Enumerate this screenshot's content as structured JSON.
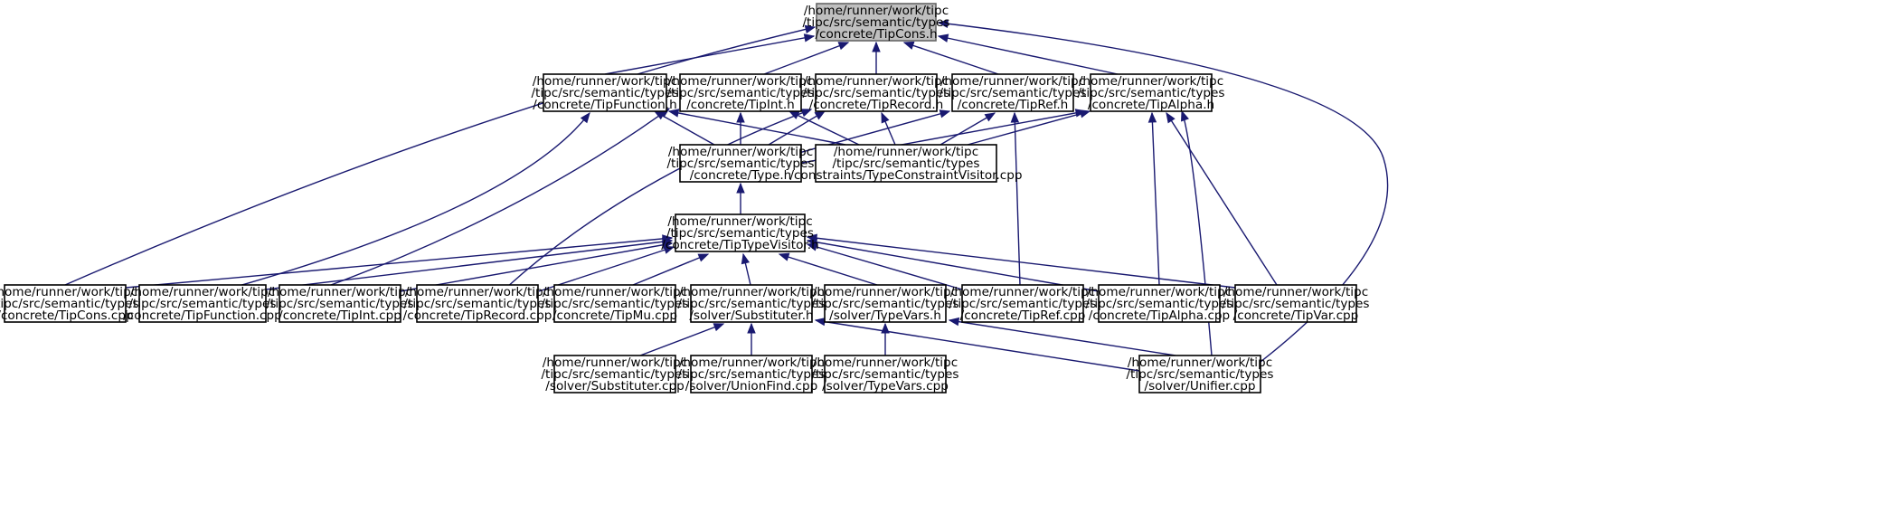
{
  "diagram": {
    "type": "include-dependency-graph",
    "colors": {
      "edge": "#191970",
      "root_fill": "#bfbfbf",
      "node_fill": "#ffffff"
    },
    "nodes": [
      {
        "id": "tipcons_h",
        "root": true,
        "lines": [
          "/home/runner/work/tipc",
          "/tipc/src/semantic/types",
          "/concrete/TipCons.h"
        ]
      },
      {
        "id": "tipfunction_h",
        "lines": [
          "/home/runner/work/tipc",
          "/tipc/src/semantic/types",
          "/concrete/TipFunction.h"
        ]
      },
      {
        "id": "tipint_h",
        "lines": [
          "/home/runner/work/tipc",
          "/tipc/src/semantic/types",
          "/concrete/TipInt.h"
        ]
      },
      {
        "id": "tiprecord_h",
        "lines": [
          "/home/runner/work/tipc",
          "/tipc/src/semantic/types",
          "/concrete/TipRecord.h"
        ]
      },
      {
        "id": "tipref_h",
        "lines": [
          "/home/runner/work/tipc",
          "/tipc/src/semantic/types",
          "/concrete/TipRef.h"
        ]
      },
      {
        "id": "tipalpha_h",
        "lines": [
          "/home/runner/work/tipc",
          "/tipc/src/semantic/types",
          "/concrete/TipAlpha.h"
        ]
      },
      {
        "id": "type_h",
        "lines": [
          "/home/runner/work/tipc",
          "/tipc/src/semantic/types",
          "/concrete/Type.h"
        ]
      },
      {
        "id": "typeconstraintvisitor_cpp",
        "lines": [
          "/home/runner/work/tipc",
          "/tipc/src/semantic/types",
          "/constraints/TypeConstraintVisitor.cpp"
        ]
      },
      {
        "id": "tiptypevisitor_h",
        "lines": [
          "/home/runner/work/tipc",
          "/tipc/src/semantic/types",
          "/concrete/TipTypeVisitor.h"
        ]
      },
      {
        "id": "tipcons_cpp",
        "lines": [
          "/home/runner/work/tipc",
          "/tipc/src/semantic/types",
          "/concrete/TipCons.cpp"
        ]
      },
      {
        "id": "tipfunction_cpp",
        "lines": [
          "/home/runner/work/tipc",
          "/tipc/src/semantic/types",
          "/concrete/TipFunction.cpp"
        ]
      },
      {
        "id": "tipint_cpp",
        "lines": [
          "/home/runner/work/tipc",
          "/tipc/src/semantic/types",
          "/concrete/TipInt.cpp"
        ]
      },
      {
        "id": "tiprecord_cpp",
        "lines": [
          "/home/runner/work/tipc",
          "/tipc/src/semantic/types",
          "/concrete/TipRecord.cpp"
        ]
      },
      {
        "id": "tipmu_cpp",
        "lines": [
          "/home/runner/work/tipc",
          "/tipc/src/semantic/types",
          "/concrete/TipMu.cpp"
        ]
      },
      {
        "id": "substituter_h",
        "lines": [
          "/home/runner/work/tipc",
          "/tipc/src/semantic/types",
          "/solver/Substituter.h"
        ]
      },
      {
        "id": "typevars_h",
        "lines": [
          "/home/runner/work/tipc",
          "/tipc/src/semantic/types",
          "/solver/TypeVars.h"
        ]
      },
      {
        "id": "tipref_cpp",
        "lines": [
          "/home/runner/work/tipc",
          "/tipc/src/semantic/types",
          "/concrete/TipRef.cpp"
        ]
      },
      {
        "id": "tipalpha_cpp",
        "lines": [
          "/home/runner/work/tipc",
          "/tipc/src/semantic/types",
          "/concrete/TipAlpha.cpp"
        ]
      },
      {
        "id": "tipvar_cpp",
        "lines": [
          "/home/runner/work/tipc",
          "/tipc/src/semantic/types",
          "/concrete/TipVar.cpp"
        ]
      },
      {
        "id": "substituter_cpp",
        "lines": [
          "/home/runner/work/tipc",
          "/tipc/src/semantic/types",
          "/solver/Substituter.cpp"
        ]
      },
      {
        "id": "unionfind_cpp",
        "lines": [
          "/home/runner/work/tipc",
          "/tipc/src/semantic/types",
          "/solver/UnionFind.cpp"
        ]
      },
      {
        "id": "typevars_cpp",
        "lines": [
          "/home/runner/work/tipc",
          "/tipc/src/semantic/types",
          "/solver/TypeVars.cpp"
        ]
      },
      {
        "id": "unifier_cpp",
        "lines": [
          "/home/runner/work/tipc",
          "/tipc/src/semantic/types",
          "/solver/Unifier.cpp"
        ]
      }
    ],
    "edges": [
      {
        "from": "tipfunction_h",
        "to": "tipcons_h"
      },
      {
        "from": "tipint_h",
        "to": "tipcons_h"
      },
      {
        "from": "tiprecord_h",
        "to": "tipcons_h"
      },
      {
        "from": "tipref_h",
        "to": "tipcons_h"
      },
      {
        "from": "tipalpha_h",
        "to": "tipcons_h"
      },
      {
        "from": "tipcons_cpp",
        "to": "tipcons_h"
      },
      {
        "from": "unifier_cpp",
        "to": "tipcons_h"
      },
      {
        "from": "type_h",
        "to": "tipfunction_h"
      },
      {
        "from": "typeconstraintvisitor_cpp",
        "to": "tipfunction_h"
      },
      {
        "from": "tipfunction_cpp",
        "to": "tipfunction_h"
      },
      {
        "from": "type_h",
        "to": "tipint_h"
      },
      {
        "from": "typeconstraintvisitor_cpp",
        "to": "tipint_h"
      },
      {
        "from": "tipint_cpp",
        "to": "tipint_h"
      },
      {
        "from": "type_h",
        "to": "tiprecord_h"
      },
      {
        "from": "typeconstraintvisitor_cpp",
        "to": "tiprecord_h"
      },
      {
        "from": "tiprecord_cpp",
        "to": "tiprecord_h"
      },
      {
        "from": "type_h",
        "to": "tipref_h"
      },
      {
        "from": "typeconstraintvisitor_cpp",
        "to": "tipref_h"
      },
      {
        "from": "tipref_cpp",
        "to": "tipref_h"
      },
      {
        "from": "type_h",
        "to": "tipalpha_h"
      },
      {
        "from": "typeconstraintvisitor_cpp",
        "to": "tipalpha_h"
      },
      {
        "from": "tipalpha_cpp",
        "to": "tipalpha_h"
      },
      {
        "from": "tipvar_cpp",
        "to": "tipalpha_h"
      },
      {
        "from": "unifier_cpp",
        "to": "tipalpha_h"
      },
      {
        "from": "tiptypevisitor_h",
        "to": "type_h"
      },
      {
        "from": "tipcons_cpp",
        "to": "tiptypevisitor_h"
      },
      {
        "from": "tipfunction_cpp",
        "to": "tiptypevisitor_h"
      },
      {
        "from": "tipint_cpp",
        "to": "tiptypevisitor_h"
      },
      {
        "from": "tiprecord_cpp",
        "to": "tiptypevisitor_h"
      },
      {
        "from": "tipmu_cpp",
        "to": "tiptypevisitor_h"
      },
      {
        "from": "substituter_h",
        "to": "tiptypevisitor_h"
      },
      {
        "from": "typevars_h",
        "to": "tiptypevisitor_h"
      },
      {
        "from": "tipref_cpp",
        "to": "tiptypevisitor_h"
      },
      {
        "from": "tipalpha_cpp",
        "to": "tiptypevisitor_h"
      },
      {
        "from": "tipvar_cpp",
        "to": "tiptypevisitor_h"
      },
      {
        "from": "substituter_cpp",
        "to": "substituter_h"
      },
      {
        "from": "unionfind_cpp",
        "to": "substituter_h"
      },
      {
        "from": "unifier_cpp",
        "to": "substituter_h"
      },
      {
        "from": "typevars_cpp",
        "to": "typevars_h"
      },
      {
        "from": "unifier_cpp",
        "to": "typevars_h"
      }
    ]
  }
}
